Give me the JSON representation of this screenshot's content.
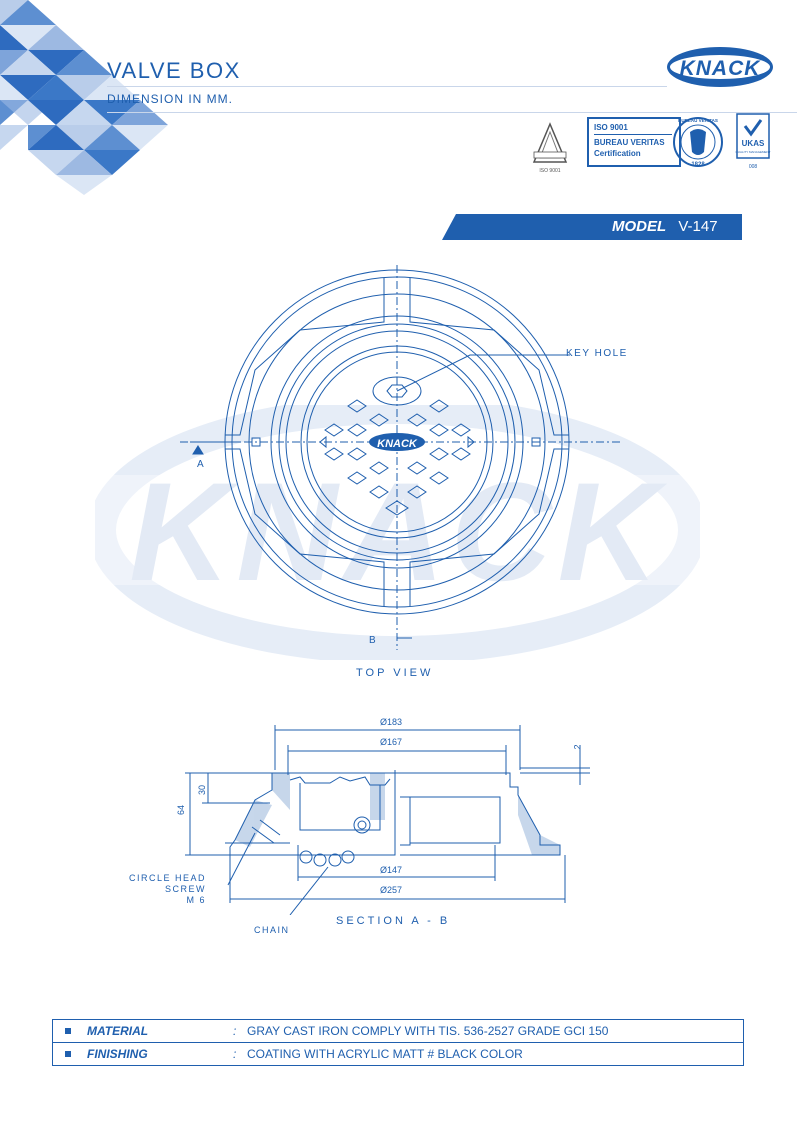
{
  "header": {
    "title": "VALVE BOX",
    "subtitle": "DIMENSION IN MM.",
    "brand": "KNACK"
  },
  "certifications": {
    "tisi_caption": "ISO 9001",
    "bv_line1": "ISO 9001",
    "bv_line2": "BUREAU VERITAS",
    "bv_line3": "Certification",
    "bv_seal_top": "BUREAU VERITAS",
    "bv_seal_year": "1828",
    "ukas_name": "UKAS",
    "ukas_sub": "QUALITY MANAGEMENT",
    "ukas_num": "008"
  },
  "model": {
    "label": "MODEL",
    "value": "V-147"
  },
  "top_view": {
    "caption": "TOP VIEW",
    "key_hole_label": "KEY HOLE",
    "cover_logo": "KNACK",
    "section_mark_a": "A",
    "section_mark_b": "B"
  },
  "watermark": "KNACK",
  "section_view": {
    "caption": "SECTION A - B",
    "dim_183": "Ø183",
    "dim_167": "Ø167",
    "dim_147": "Ø147",
    "dim_257": "Ø257",
    "dim_64": "64",
    "dim_30": "30",
    "dim_2": "2",
    "screw_label_1": "CIRCLE HEAD",
    "screw_label_2": "SCREW",
    "screw_label_3": "M 6",
    "chain_label": "CHAIN"
  },
  "specs": [
    {
      "label": "MATERIAL",
      "colon": ":",
      "value": "GRAY CAST IRON COMPLY WITH TIS. 536-2527 GRADE GCI 150"
    },
    {
      "label": "FINISHING",
      "colon": ":",
      "value": "COATING WITH ACRYLIC MATT # BLACK COLOR"
    }
  ],
  "colors": {
    "primary": "#1f5fae",
    "light": "#c9d6ea",
    "triangle_dark": "#2e6bbf",
    "triangle_light": "#b9cdea"
  }
}
